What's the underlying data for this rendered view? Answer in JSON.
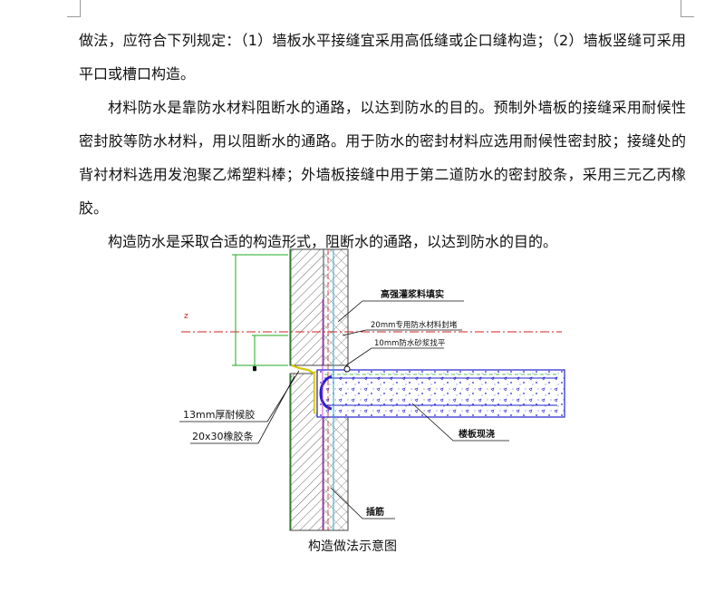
{
  "paragraphs": [
    "做法，应符合下列规定：（1）墙板水平接缝宜采用高低缝或企口缝构造；（2）墙板竖缝可采用平口或槽口构造。",
    "材料防水是靠防水材料阻断水的通路，以达到防水的目的。预制外墙板的接缝采用耐候性密封胶等防水材料，用以阻断水的通路。用于防水的密封材料应选用耐候性密封胶；接缝处的背衬材料选用发泡聚乙烯塑料棒；外墙板接缝中用于第二道防水的密封胶条，采用三元乙丙橡胶。",
    "构造防水是采取合适的构造形式，阻断水的通路，以达到防水的目的。"
  ],
  "figure": {
    "labels": {
      "grout": "高强灌浆料填实",
      "seal20": "20mm专用防水材料封堵",
      "seal10": "10mm防水砂浆找平",
      "gel13": "13mm厚耐候胶",
      "strip": "20x30橡胶条",
      "slab": "楼板现浇",
      "rebar": "插筋"
    },
    "dim_mark": "z",
    "colors": {
      "wall_outline": "#444444",
      "slab_blue": "#2222cc",
      "green": "#22aa22",
      "red": "#cc2222",
      "cyan": "#22aacc",
      "yellow": "#d4c400",
      "magenta": "#cc22cc"
    }
  },
  "caption": "构造做法示意图"
}
